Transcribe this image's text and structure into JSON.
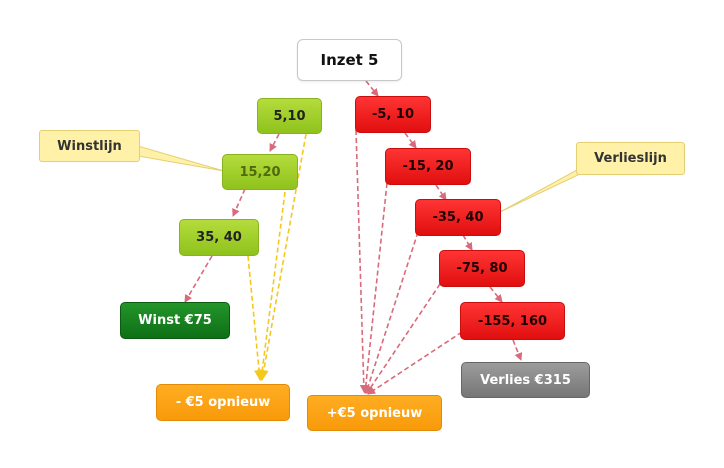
{
  "diagram": {
    "root": "Inzet 5",
    "win_branch": [
      "5,10",
      "15,20",
      "35, 40"
    ],
    "win_result": "Winst €75",
    "lose_branch": [
      "-5, 10",
      "-15, 20",
      "-35, 40",
      "-75, 80",
      "-155, 160"
    ],
    "lose_result": "Verlies €315",
    "restart_minus": "- €5 opnieuw",
    "restart_plus": "+€5 opnieuw",
    "callout_win": "Winstlijn",
    "callout_lose": "Verlieslijn"
  },
  "colors": {
    "root_fill": "#ffffff",
    "win_fill": "#a6d22c",
    "lose_fill": "#ff1f1f",
    "win_result_fill": "#17801f",
    "lose_result_fill": "#888888",
    "restart_fill": "#fba418",
    "callout_fill": "#fff1a8",
    "arrow_red": "#d96a7a",
    "arrow_yellow": "#f4c81c"
  }
}
